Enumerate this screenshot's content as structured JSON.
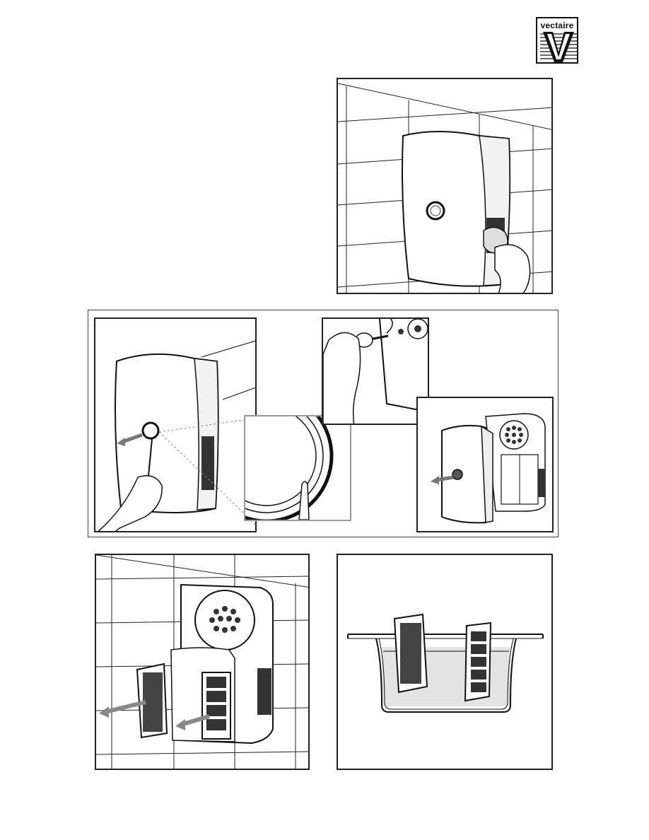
{
  "brand": {
    "name": "vectaire",
    "logo_icon": "vectaire-v-logo"
  },
  "figures": [
    {
      "id": "fig-wipe",
      "icon": "wipe-unit-with-cloth-illustration"
    },
    {
      "id": "fig-remove-cover-overview",
      "icon": "lever-cover-off-illustration"
    },
    {
      "id": "fig-remove-screw",
      "icon": "unscrew-knob-illustration"
    },
    {
      "id": "fig-cover-detached",
      "icon": "cover-detached-illustration"
    },
    {
      "id": "fig-remove-filters",
      "icon": "pull-out-filters-illustration"
    },
    {
      "id": "fig-wash-filters",
      "icon": "wash-filters-in-basin-illustration"
    }
  ]
}
